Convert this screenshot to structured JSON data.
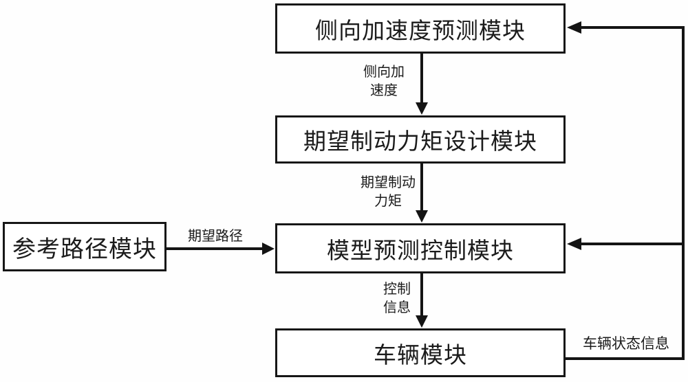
{
  "diagram": {
    "title": "vehicle-braking-control-block-diagram",
    "line_color": "#141414",
    "background": "#fefefe",
    "boxes": {
      "lateral_accel_prediction": {
        "label": "侧向加速度预测模块"
      },
      "brake_torque_design": {
        "label": "期望制动力矩设计模块"
      },
      "model_predictive_control": {
        "label": "模型预测控制模块"
      },
      "reference_path": {
        "label": "参考路径模块"
      },
      "vehicle": {
        "label": "车辆模块"
      }
    },
    "edge_labels": {
      "lateral_accel": {
        "line1": "侧向加",
        "line2": "速度"
      },
      "brake_torque": {
        "line1": "期望制动",
        "line2": "力矩"
      },
      "control_info": {
        "line1": "控制",
        "line2": "信息"
      },
      "desired_path": {
        "label": "期望路径"
      },
      "vehicle_state": {
        "label": "车辆状态信息"
      }
    }
  }
}
